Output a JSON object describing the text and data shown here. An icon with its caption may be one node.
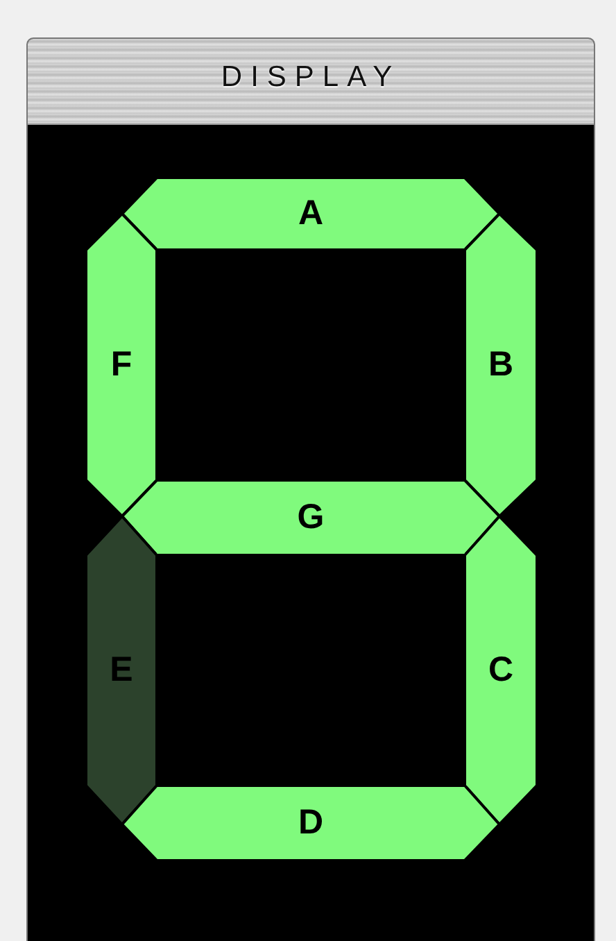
{
  "diagram": {
    "nodes": [
      {
        "text": [
          "DISPLAY"
        ]
      },
      {
        "text": [
          "A"
        ],
        "in": 0
      },
      {
        "text": [
          "F"
        ],
        "in": 0
      },
      {
        "text": [
          "B"
        ],
        "in": 0
      },
      {
        "text": [
          "G"
        ],
        "in": 0
      },
      {
        "text": [
          "E"
        ],
        "in": 0
      },
      {
        "text": [
          "C"
        ],
        "in": 0
      },
      {
        "text": [
          "D"
        ],
        "in": 0
      }
    ]
  }
}
